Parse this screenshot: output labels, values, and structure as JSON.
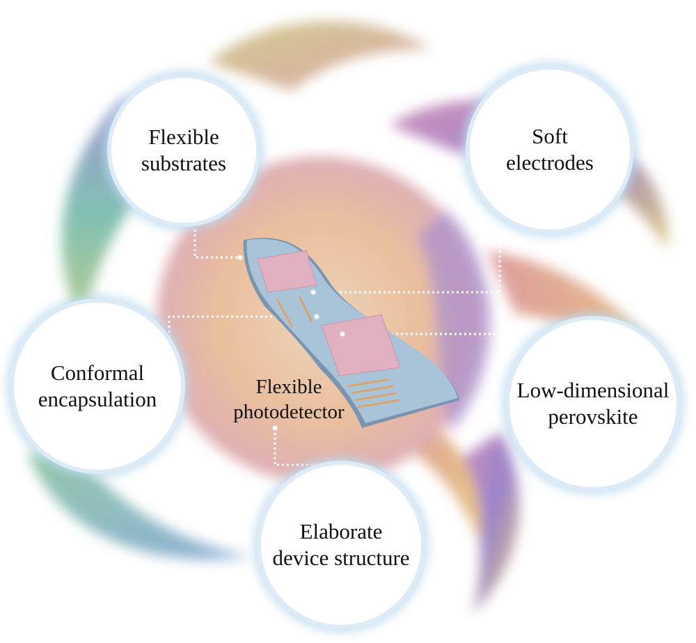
{
  "center_label": {
    "line1": "Flexible",
    "line2": "photodetector"
  },
  "bubbles": [
    {
      "line1": "Flexible",
      "line2": "substrates"
    },
    {
      "line1": "Soft",
      "line2": "electrodes"
    },
    {
      "line1": "Conformal",
      "line2": "encapsulation"
    },
    {
      "line1": "Low-dimensional",
      "line2": "perovskite"
    },
    {
      "line1": "Elaborate",
      "line2": "device structure"
    }
  ]
}
